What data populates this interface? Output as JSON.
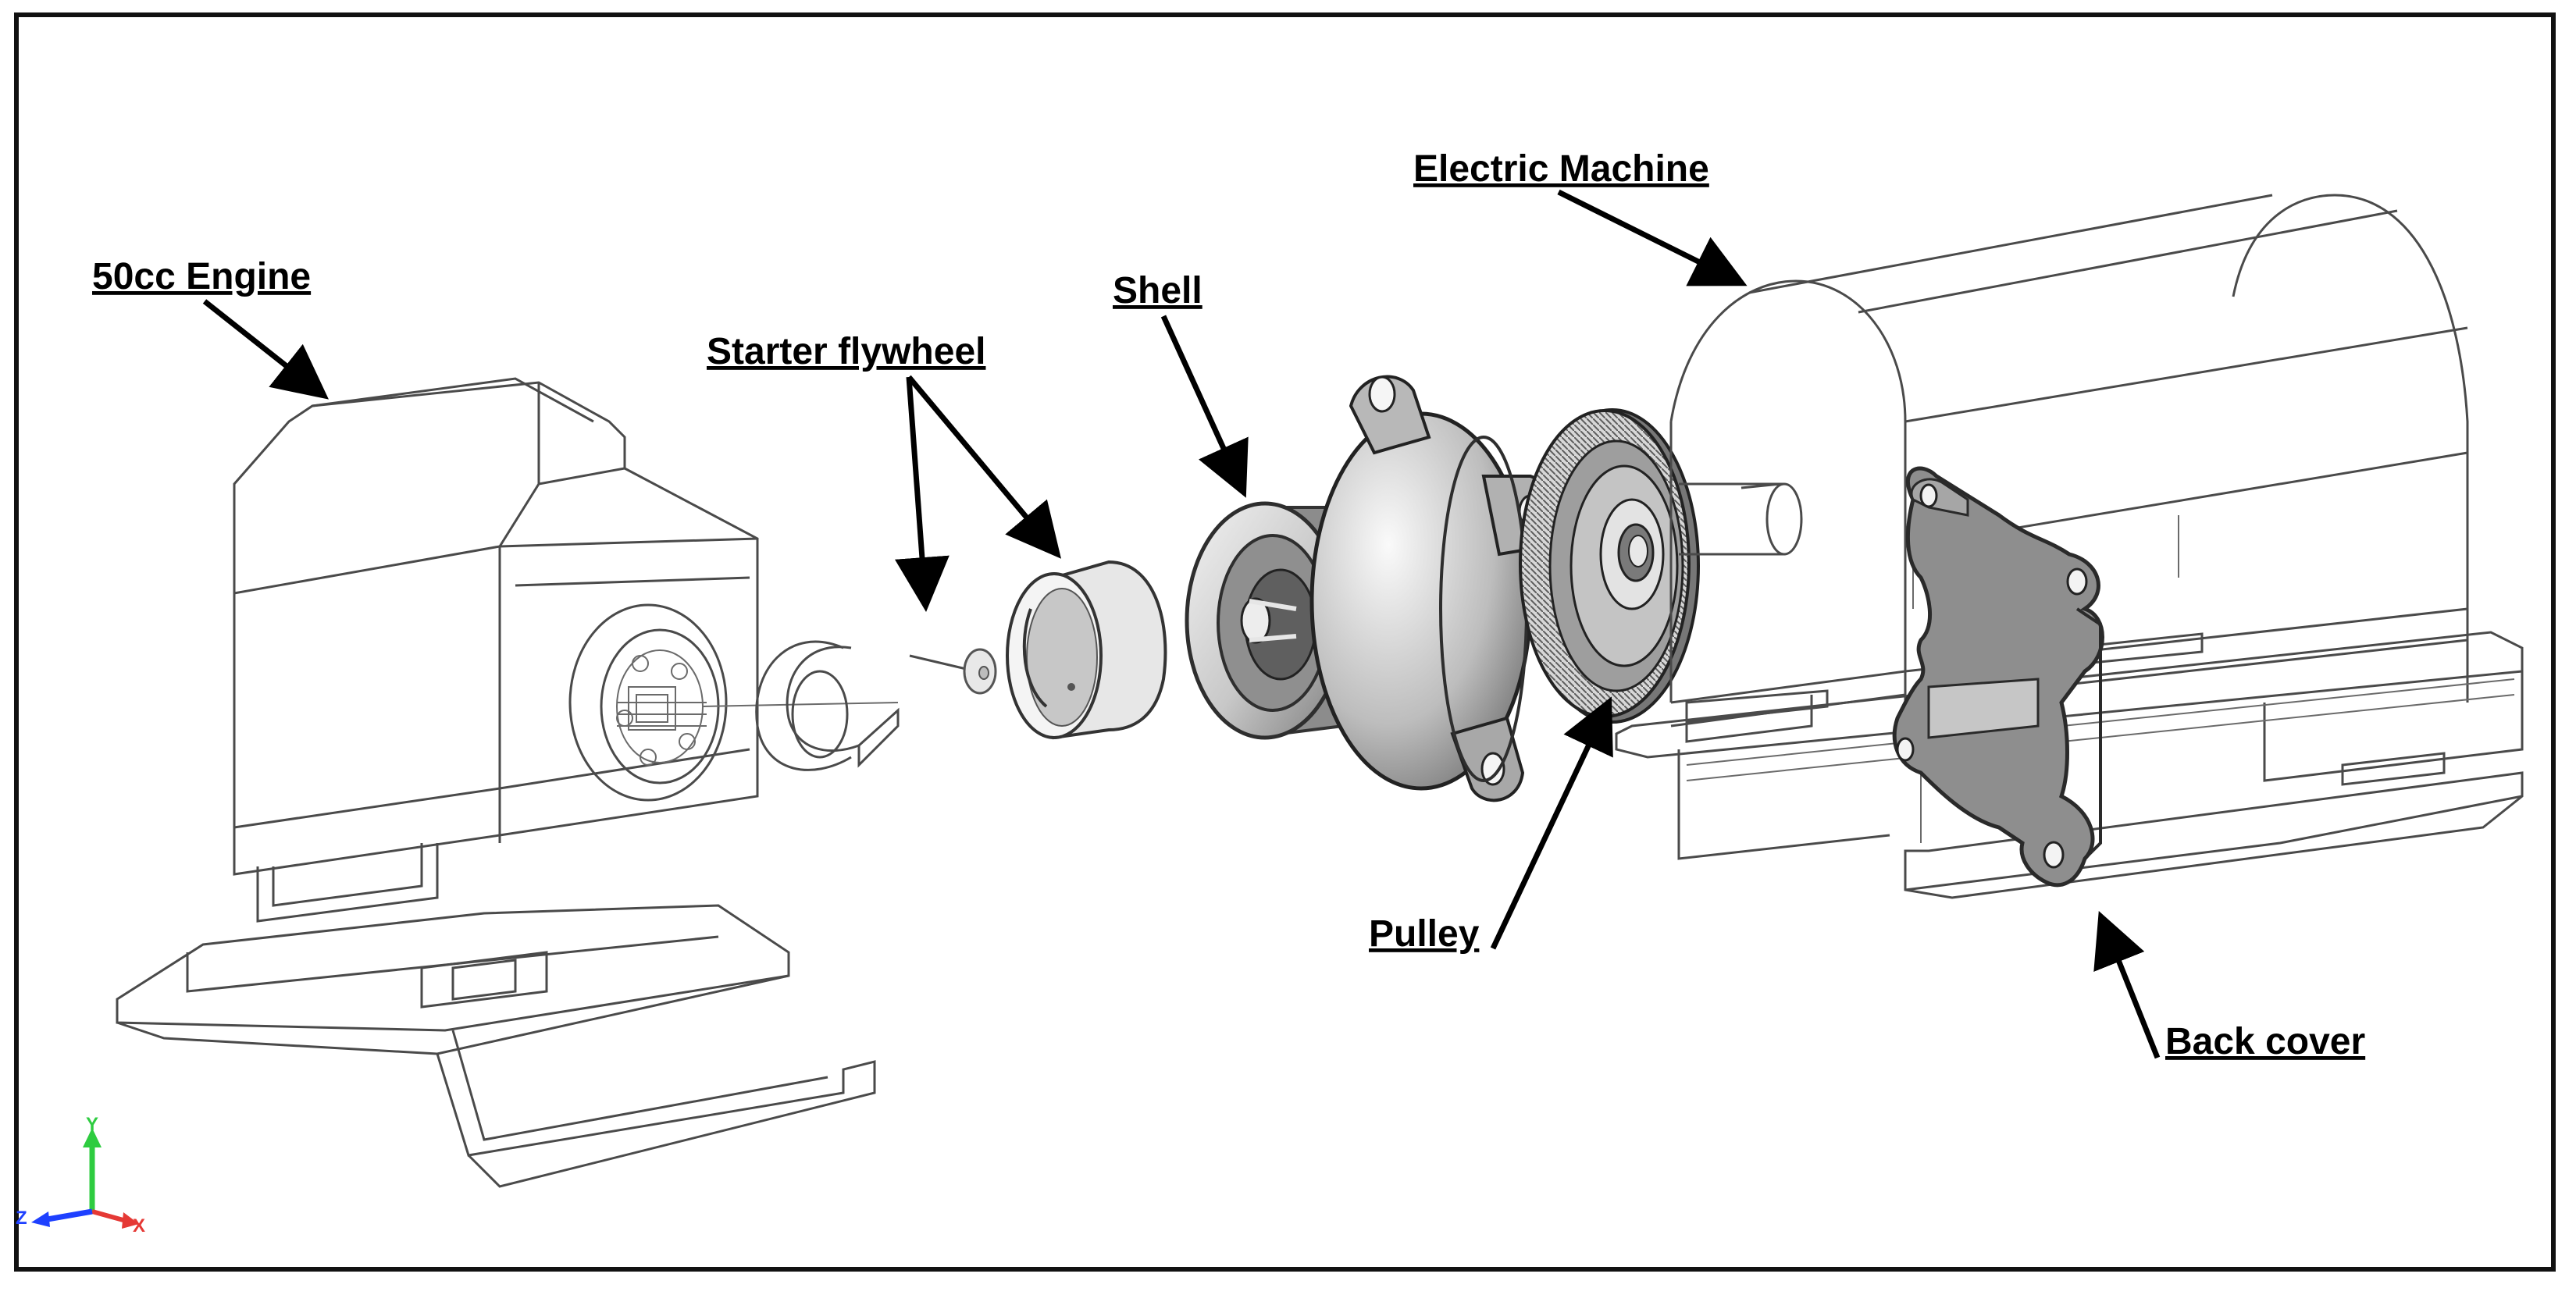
{
  "labels": {
    "engine": "50cc Engine",
    "starter_flywheel": "Starter flywheel",
    "shell": "Shell",
    "electric_machine": "Electric Machine",
    "pulley": "Pulley",
    "back_cover": "Back cover"
  },
  "axes": {
    "x": "X",
    "y": "Y",
    "z": "Z"
  },
  "colors": {
    "frame": "#111111",
    "label_text": "#000000",
    "axis_x": "#e53935",
    "axis_y": "#2ecc40",
    "axis_z": "#1e40ff",
    "solid_fill": "#c9c9c9",
    "wireframe": "#4a4a4a"
  }
}
